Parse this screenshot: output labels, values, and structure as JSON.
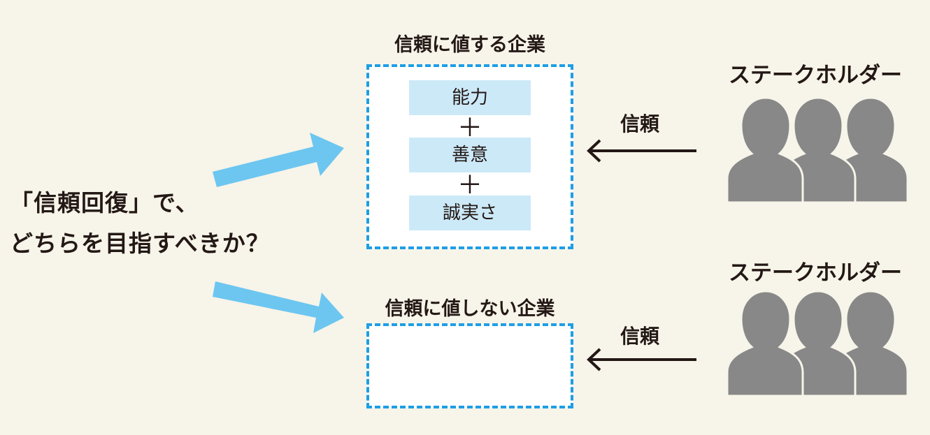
{
  "question": {
    "line1": "「信頼回復」で、",
    "line2": "どちらを目指すべきか？"
  },
  "trustworthy": {
    "title": "信頼に値する企業",
    "traits": [
      "能力",
      "善意",
      "誠実さ"
    ],
    "plus": "＋"
  },
  "untrustworthy": {
    "title": "信頼に値しない企業"
  },
  "stakeholders": [
    {
      "label": "ステークホルダー",
      "trust_label": "信頼"
    },
    {
      "label": "ステークホルダー",
      "trust_label": "信頼"
    }
  ],
  "colors": {
    "background": "#f7f4e9",
    "accent_arrow": "#6cc6f0",
    "dashed_border": "#1e9ee4",
    "trait_fill": "#cce9f8",
    "person_fill": "#888888",
    "text": "#231815"
  },
  "icons": [
    "arrow-left-icon",
    "people-group-icon",
    "arrow-right-icon"
  ]
}
